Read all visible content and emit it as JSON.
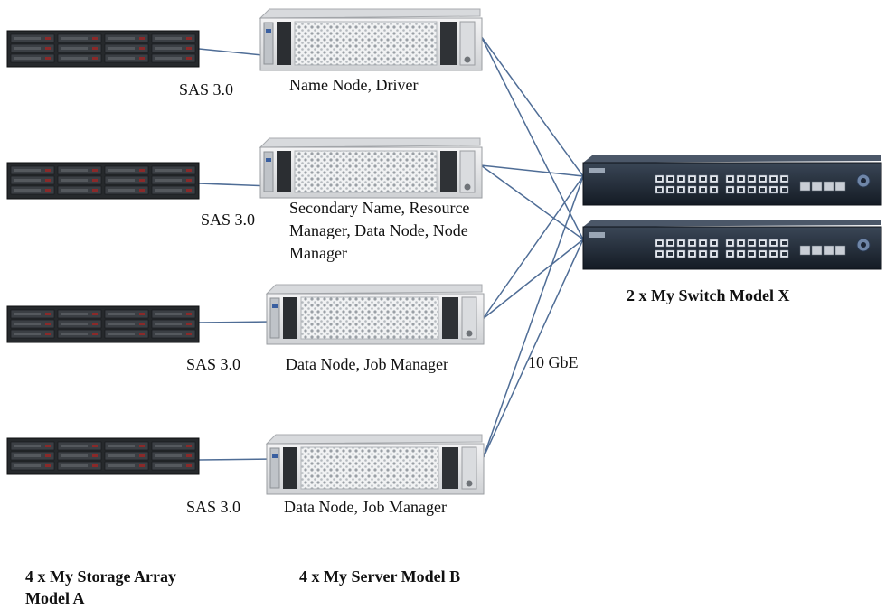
{
  "storage_arrays": [
    {
      "link_label": "SAS 3.0"
    },
    {
      "link_label": "SAS 3.0"
    },
    {
      "link_label": "SAS 3.0"
    },
    {
      "link_label": "SAS 3.0"
    }
  ],
  "servers": [
    {
      "role": "Name Node, Driver"
    },
    {
      "role": "Secondary Name, Resource Manager,  Data Node, Node Manager"
    },
    {
      "role": "Data Node, Job Manager"
    },
    {
      "role": "Data Node, Job Manager"
    }
  ],
  "network_link_label": "10 GbE",
  "captions": {
    "storage": "4 x My Storage Array Model A",
    "servers": "4 x My Server Model B",
    "switches": "2 x My Switch Model X"
  },
  "colors": {
    "link": "#4f6d96",
    "storage_body": "#26292c",
    "server_body": "#e3e4e6",
    "switch_body": "#1d2733"
  }
}
